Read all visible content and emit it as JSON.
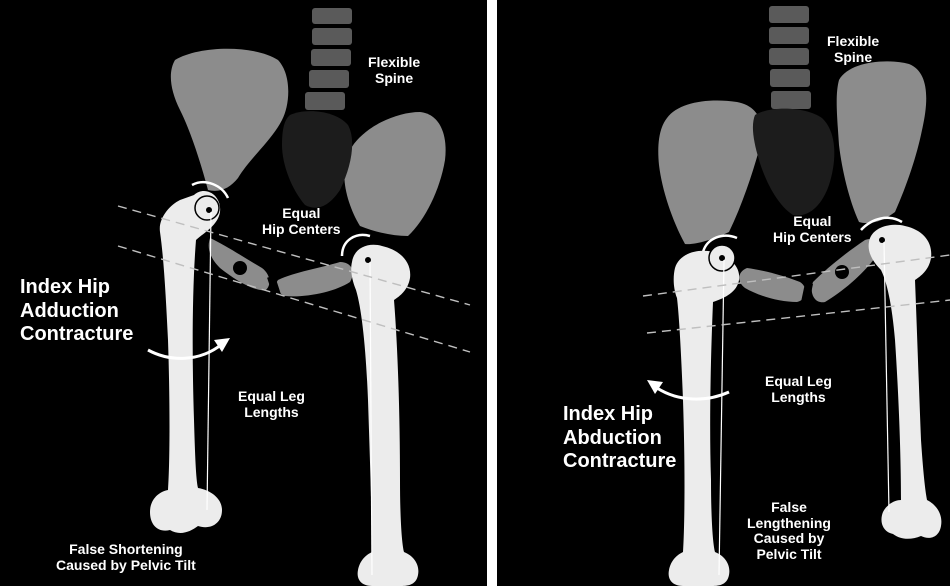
{
  "colors": {
    "background": "#000000",
    "bone": "#ececec",
    "pelvis": "#8c8c8c",
    "spine": "#5a5a5a",
    "sacrum": "#1c1c1c",
    "divider": "#ffffff"
  },
  "left": {
    "spine_label": [
      "Flexible",
      "Spine"
    ],
    "hip_centers_label": [
      "Equal",
      "Hip Centers"
    ],
    "contracture_label": [
      "Index Hip",
      "Adduction",
      "Contracture"
    ],
    "leg_length_label": [
      "Equal Leg",
      "Lengths"
    ],
    "bottom_label": [
      "False Shortening",
      "Caused by Pelvic Tilt"
    ]
  },
  "right": {
    "spine_label": [
      "Flexible",
      "Spine"
    ],
    "hip_centers_label": [
      "Equal",
      "Hip Centers"
    ],
    "contracture_label": [
      "Index Hip",
      "Abduction",
      "Contracture"
    ],
    "leg_length_label": [
      "Equal Leg",
      "Lengths"
    ],
    "bottom_label": [
      "False",
      "Lengthening",
      "Caused by",
      "Pelvic Tilt"
    ]
  }
}
